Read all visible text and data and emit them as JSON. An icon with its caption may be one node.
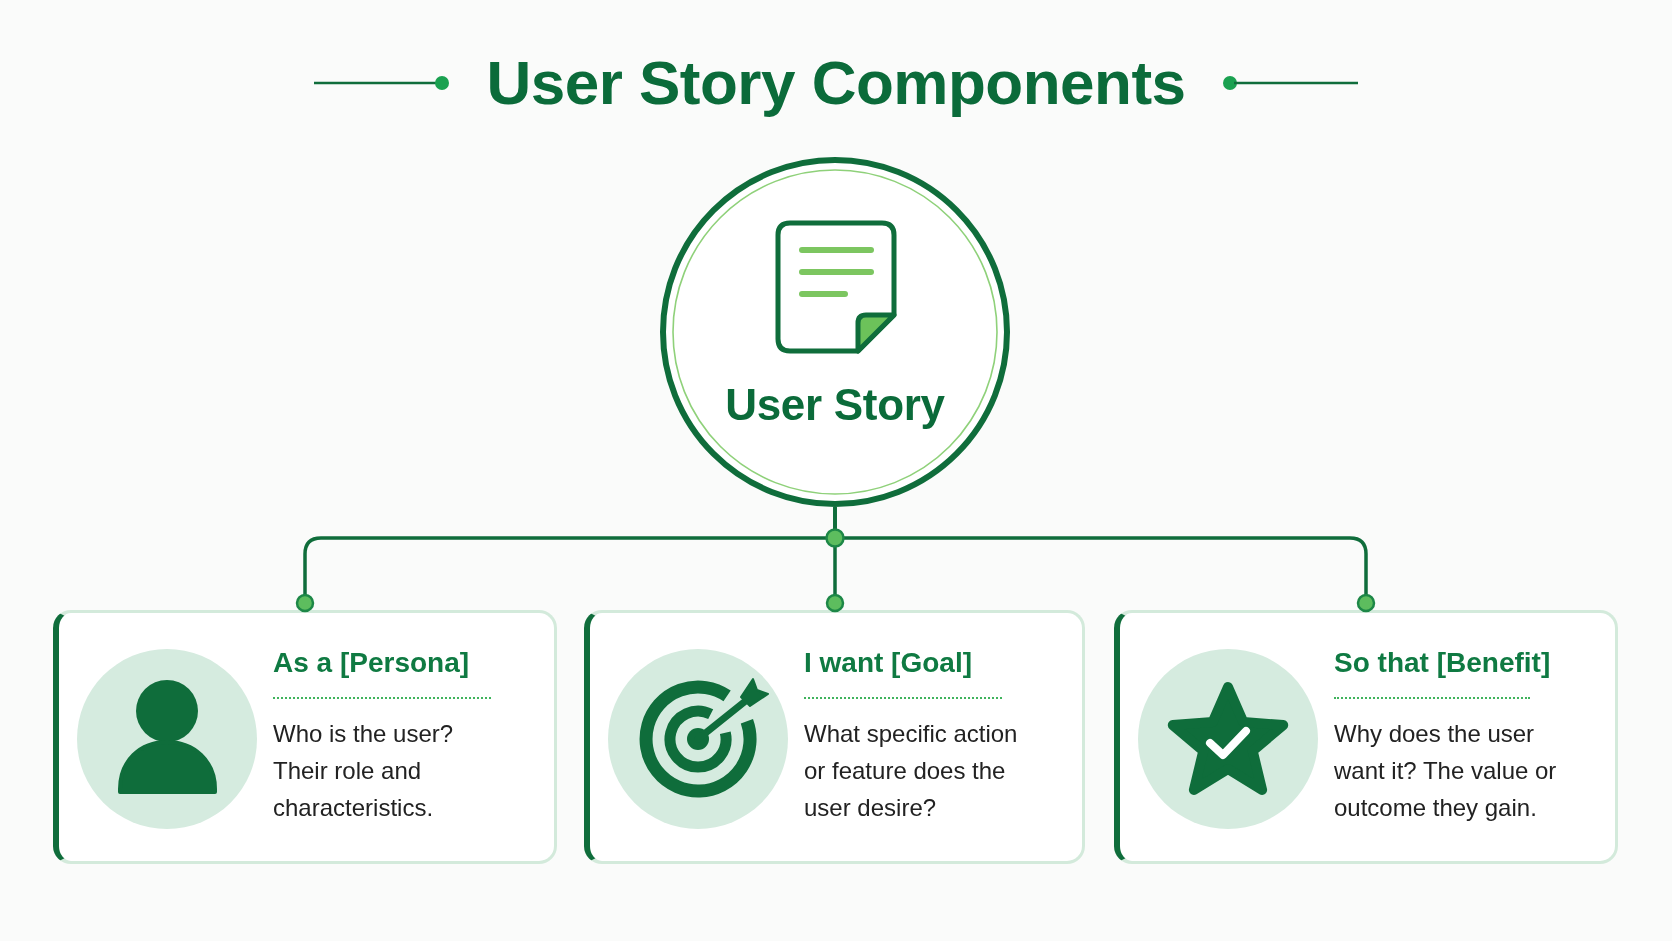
{
  "diagram": {
    "title": "User Story Components",
    "nodes": [
      {
        "text": [
          "User Story"
        ]
      },
      {
        "text": [
          "As a [Persona]",
          "Who is the user? Their role and characteristics."
        ]
      },
      {
        "text": [
          "I want [Goal]",
          "What specific action or feature does the user desire?"
        ]
      },
      {
        "text": [
          "So that [Benefit]",
          "Why does the user want it? The value or outcome they gain."
        ]
      }
    ],
    "edges": [
      {
        "from": 0,
        "to": 1,
        "arrow": "other"
      },
      {
        "from": 0,
        "to": 2,
        "arrow": "other"
      },
      {
        "from": 0,
        "to": 3,
        "arrow": "other"
      }
    ]
  }
}
